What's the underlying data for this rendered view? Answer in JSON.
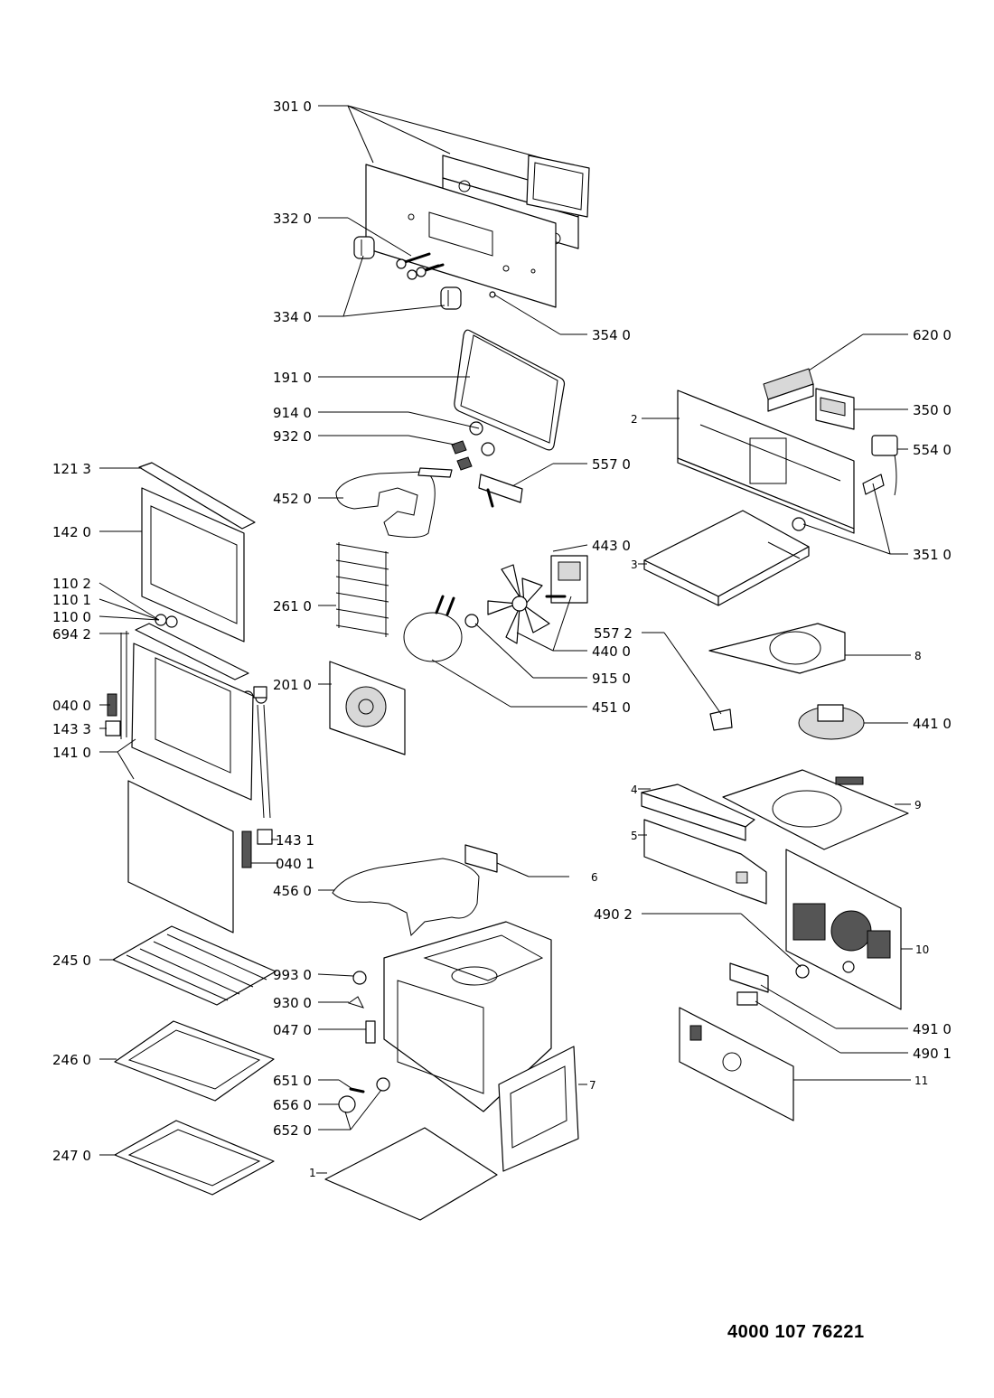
{
  "document_number": "4000 107 76221",
  "labels": {
    "l3010": "301 0",
    "l3320": "332 0",
    "l3340": "334 0",
    "l3540": "354 0",
    "l1910": "191 0",
    "l9140": "914 0",
    "l9320": "932 0",
    "l5570": "557 0",
    "l4520": "452 0",
    "l1213": "121 3",
    "l1420": "142 0",
    "l1102": "110 2",
    "l1101": "110 1",
    "l1100": "110 0",
    "l6942": "694 2",
    "l0400": "040 0",
    "l1433": "143 3",
    "l1410": "141 0",
    "l2610": "261 0",
    "l2010": "201 0",
    "l4430": "443 0",
    "l4400": "440 0",
    "l9150": "915 0",
    "l4510": "451 0",
    "l5572": "557 2",
    "l6200": "620 0",
    "l3500": "350 0",
    "l5540": "554 0",
    "l3510": "351 0",
    "l4410": "441 0",
    "l1431": "143 1",
    "l0401": "040 1",
    "l4560": "456 0",
    "l4902": "490 2",
    "l2450": "245 0",
    "l9930": "993 0",
    "l9300": "930 0",
    "l0470": "047 0",
    "l2460": "246 0",
    "l6510": "651 0",
    "l6560": "656 0",
    "l6520": "652 0",
    "l2470": "247 0",
    "l4910": "491 0",
    "l4901": "490 1",
    "n1": "1",
    "n2": "2",
    "n3": "3",
    "n4": "4",
    "n5": "5",
    "n6": "6",
    "n7": "7",
    "n8": "8",
    "n9": "9",
    "n10": "10",
    "n11": "11"
  }
}
